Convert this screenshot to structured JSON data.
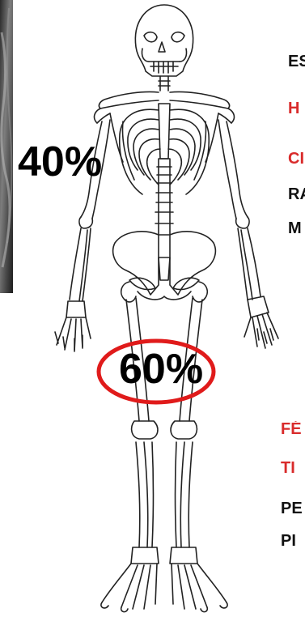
{
  "percentages": {
    "upper": "40%",
    "lower": "60%"
  },
  "labels": {
    "upper": [
      {
        "text": "ES",
        "color": "#111111"
      },
      {
        "text": "H",
        "color": "#d92b2b"
      },
      {
        "text": "CI",
        "color": "#d92b2b"
      },
      {
        "text": "RA",
        "color": "#111111"
      },
      {
        "text": "M",
        "color": "#111111"
      }
    ],
    "lower": [
      {
        "text": "FÉ",
        "color": "#d92b2b"
      },
      {
        "text": "TI",
        "color": "#d92b2b"
      },
      {
        "text": "PE",
        "color": "#111111"
      },
      {
        "text": "PI",
        "color": "#111111"
      }
    ]
  },
  "highlight_color": "#e01b1b",
  "accent_red": "#d92b2b"
}
